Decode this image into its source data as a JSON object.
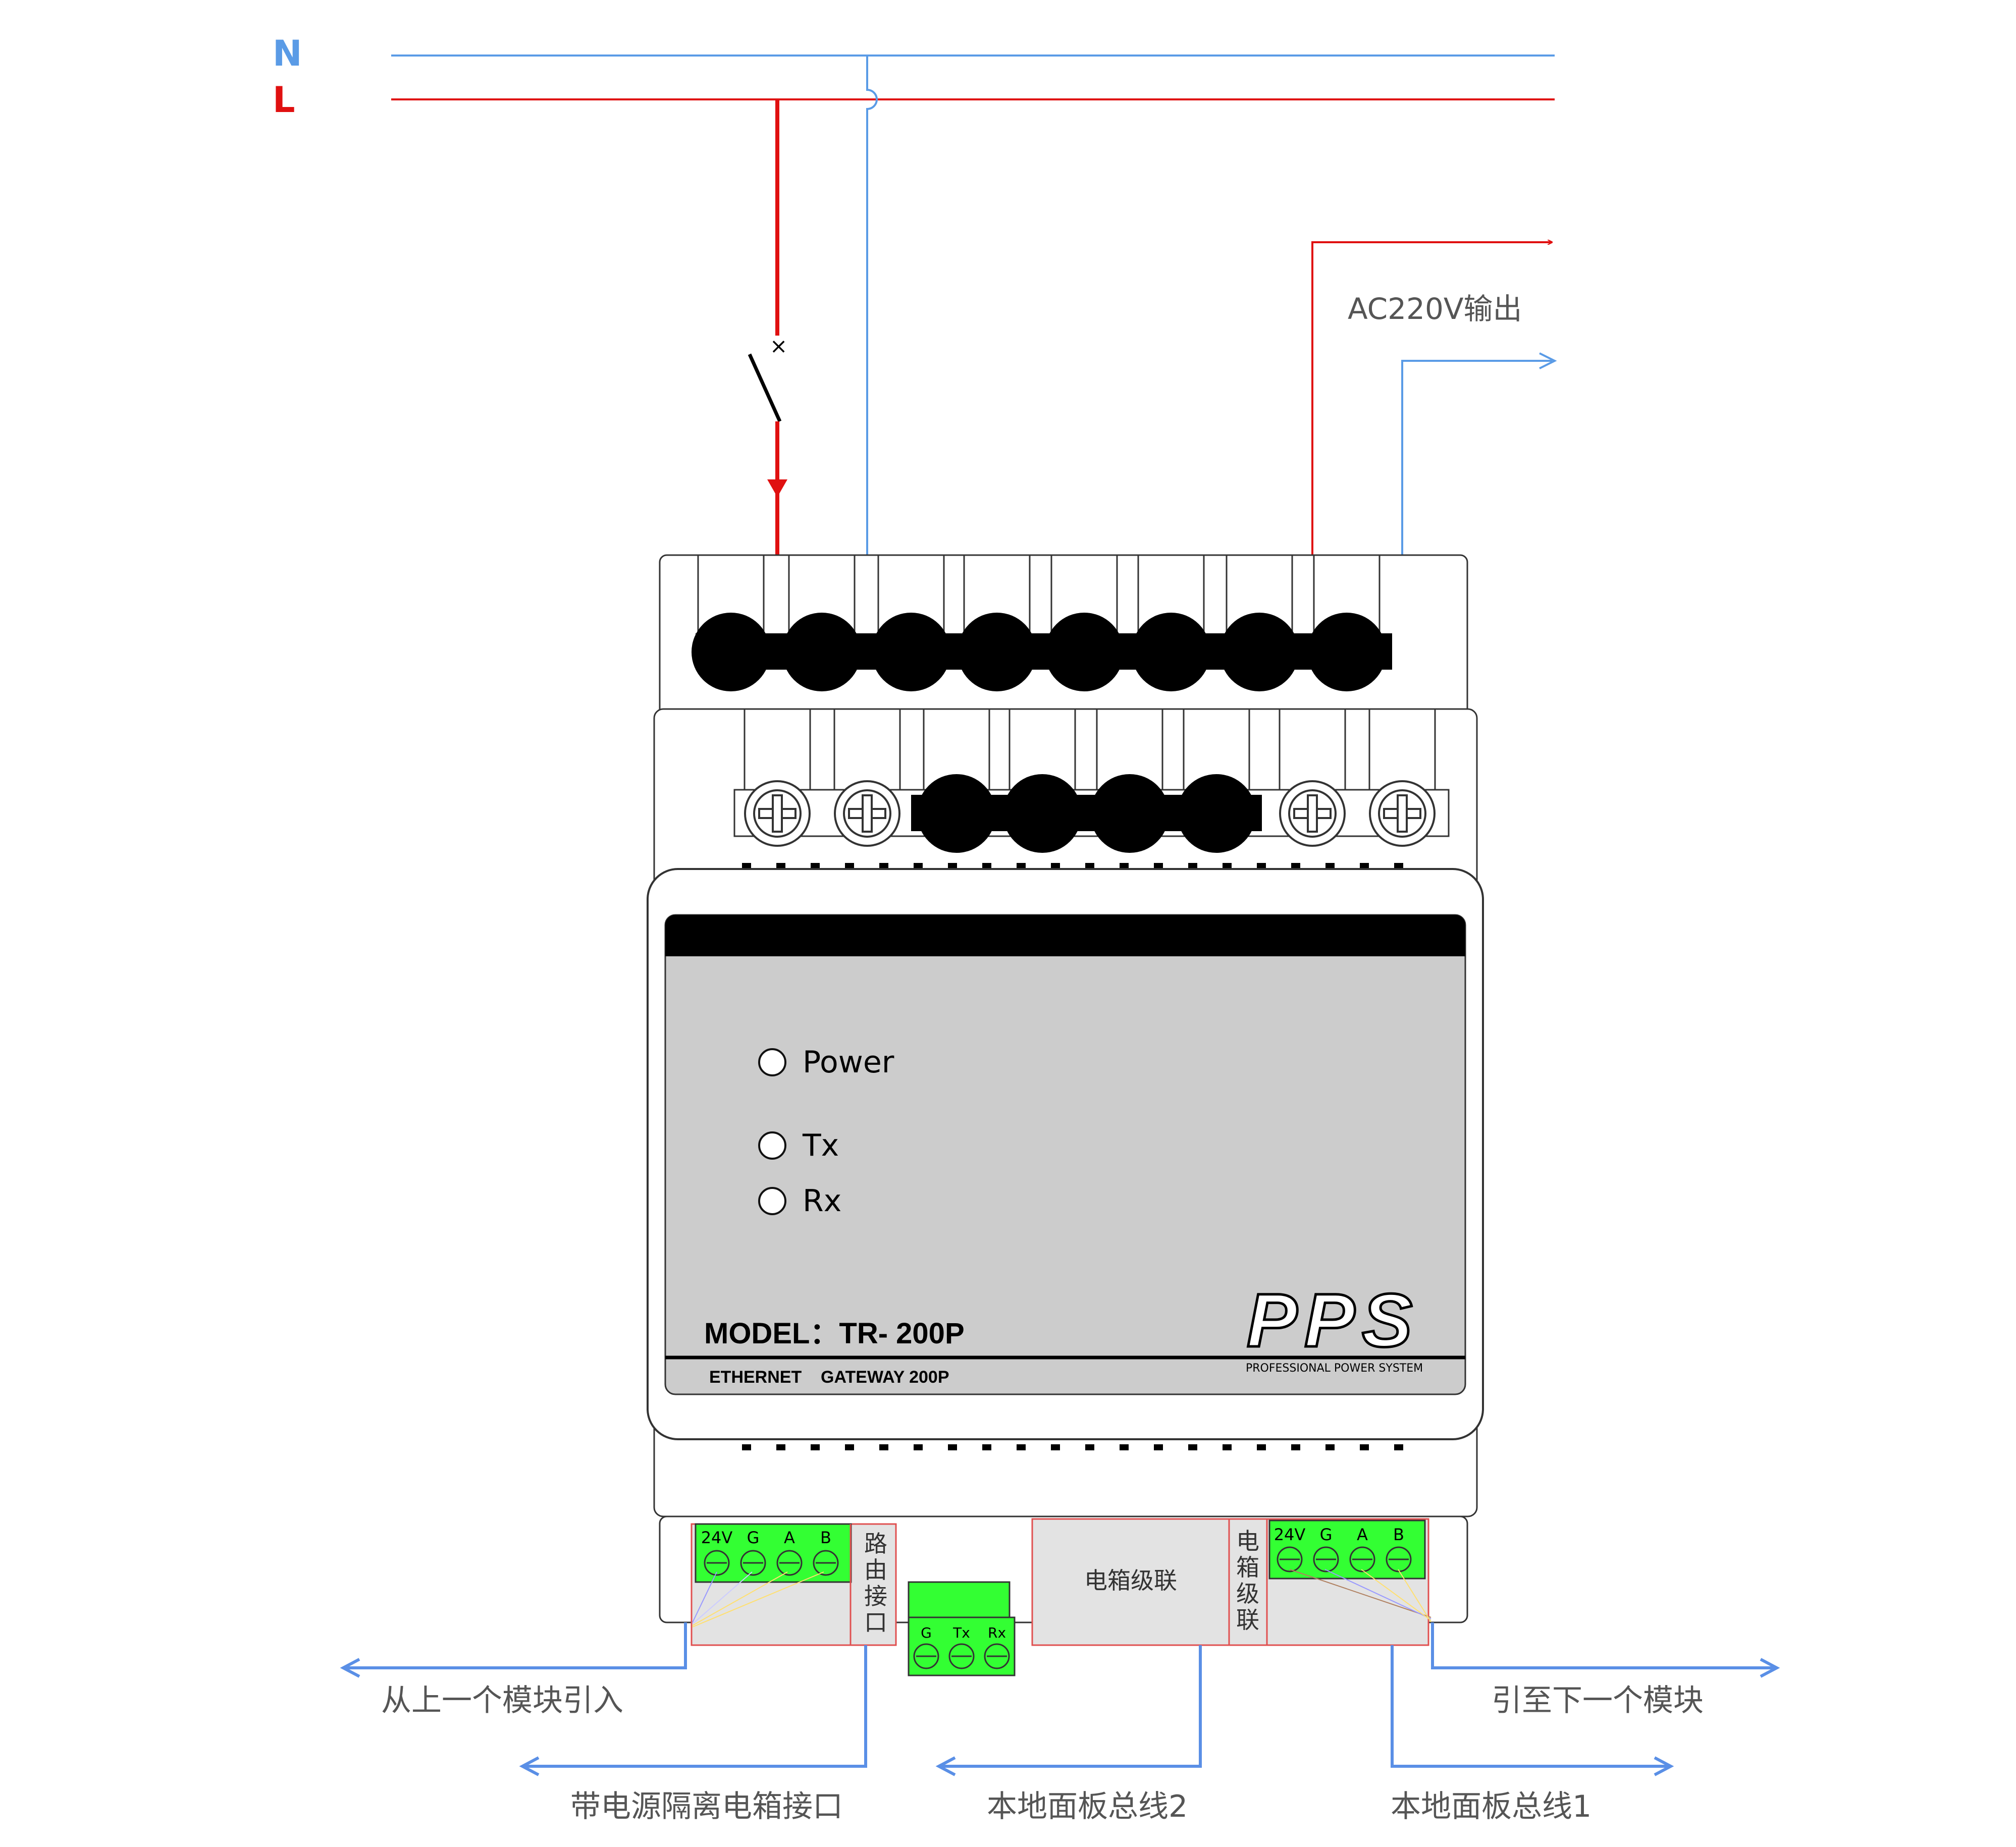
{
  "lines": {
    "n_label": "N",
    "l_label": "L",
    "n_color": "#5a9be6",
    "l_color": "#e01010",
    "arrow_color": "#5a8fe6"
  },
  "output": {
    "label": "AC220V输出"
  },
  "device": {
    "leds": [
      {
        "label": "Power"
      },
      {
        "label": "Tx"
      },
      {
        "label": "Rx"
      }
    ],
    "model": "MODEL：TR- 200P",
    "subtitle": "ETHERNET    GATEWAY 200P",
    "brand": "PPS",
    "brand_tagline": "PROFESSIONAL POWER SYSTEM",
    "panel_color": "#cccccc",
    "terminal_green": "#33ff33"
  },
  "connectors": {
    "left_block": {
      "pins": [
        "24V",
        "G",
        "A",
        "B"
      ],
      "side_label": "路由接口"
    },
    "middle_block": {
      "label": "电箱级联"
    },
    "right_block": {
      "pins": [
        "24V",
        "G",
        "A",
        "B"
      ],
      "side_label": "电箱级联"
    },
    "small_block": {
      "pins": [
        "G",
        "Tx",
        "Rx"
      ]
    }
  },
  "callouts": {
    "from_previous": "从上一个模块引入",
    "to_next": "引至下一个模块",
    "isolated_port": "带电源隔离电箱接口",
    "local_bus_2": "本地面板总线2",
    "local_bus_1": "本地面板总线1"
  }
}
